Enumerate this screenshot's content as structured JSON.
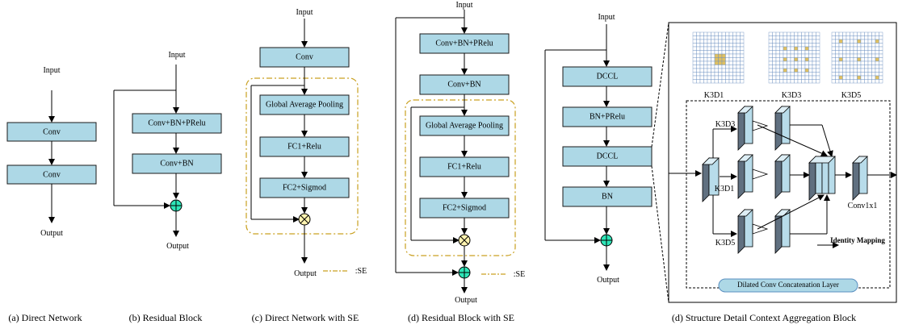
{
  "diagram_a": {
    "input": "Input",
    "box1": "Conv",
    "box2": "Conv",
    "output": "Output",
    "caption": "(a) Direct Network"
  },
  "diagram_b": {
    "input": "Input",
    "box1": "Conv+BN+PRelu",
    "box2": "Conv+BN",
    "output": "Output",
    "caption": "(b) Residual Block"
  },
  "diagram_c": {
    "input": "Input",
    "conv": "Conv",
    "gap": "Global Average Pooling",
    "fc1": "FC1+Relu",
    "fc2": "FC2+Sigmod",
    "output": "Output",
    "se_legend": ":SE",
    "caption": "(c) Direct Network with SE"
  },
  "diagram_d": {
    "input": "Input",
    "box1": "Conv+BN+PRelu",
    "box2": "Conv+BN",
    "gap": "Global Average Pooling",
    "fc1": "FC1+Relu",
    "fc2": "FC2+Sigmod",
    "output": "Output",
    "se_legend": ":SE",
    "caption": "(d) Residual Block with SE"
  },
  "diagram_e": {
    "input": "Input",
    "dccl1": "DCCL",
    "bn_prelu": "BN+PRelu",
    "dccl2": "DCCL",
    "bn": "BN",
    "output": "Output",
    "kernels": [
      "K3D1",
      "K3D3",
      "K3D5"
    ],
    "branch_labels": [
      "K3D3",
      "K3D1",
      "K3D5"
    ],
    "conv1x1": "Conv1x1",
    "identity_mapping": "Identity Mapping",
    "layer_name": "Dilated Conv Concatenation Layer",
    "caption": "(d) Structure Detail Context Aggregation Block"
  },
  "colors": {
    "box_fill": "#add8e6",
    "plus_node": "#2ee6b8",
    "times_node": "#fff3b0",
    "se_border": "#c9a020",
    "kernel_highlight": "#e0c060"
  }
}
